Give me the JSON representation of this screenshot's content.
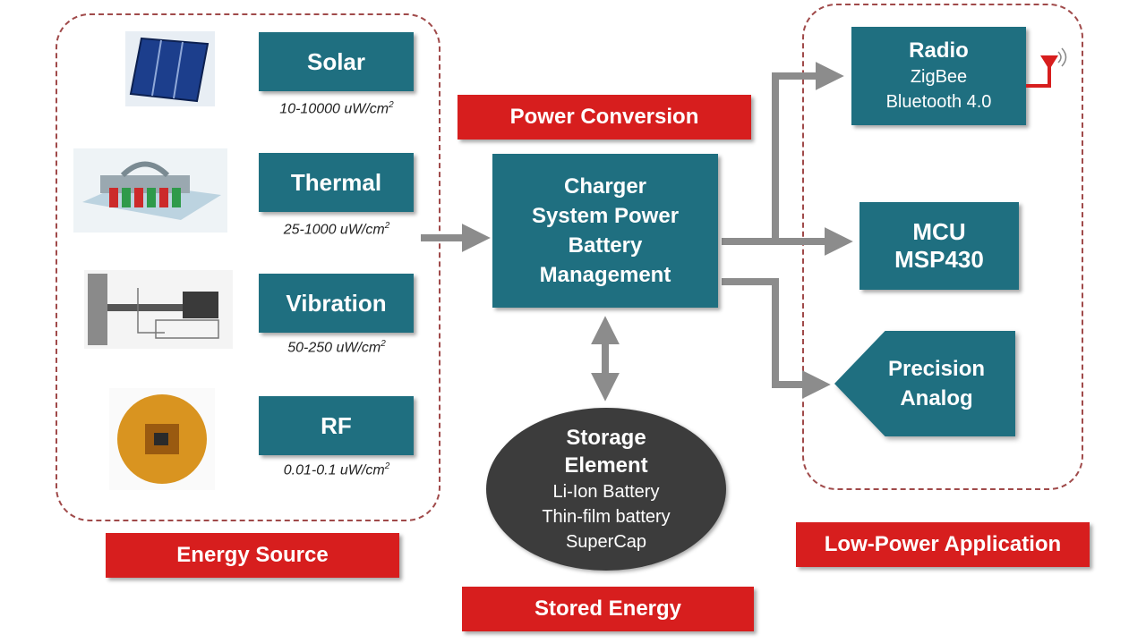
{
  "colors": {
    "box": "#1f6f80",
    "label": "#d71e1e",
    "arrow": "#8c8c8c",
    "storage": "#3c3c3c",
    "border": "#a04a4a"
  },
  "energy_source": {
    "label": "Energy Source",
    "sources": [
      {
        "name": "Solar",
        "density_base": "10-10000 uW/cm",
        "density_exp": "2",
        "image": "solar-cell-image"
      },
      {
        "name": "Thermal",
        "density_base": "25-1000 uW/cm",
        "density_exp": "2",
        "image": "thermoelectric-image"
      },
      {
        "name": "Vibration",
        "density_base": "50-250 uW/cm",
        "density_exp": "2",
        "image": "vibration-harvester-image"
      },
      {
        "name": "RF",
        "density_base": "0.01-0.1 uW/cm",
        "density_exp": "2",
        "image": "rf-chip-image"
      }
    ]
  },
  "power_conversion": {
    "label": "Power Conversion",
    "lines": [
      "Charger",
      "System Power",
      "Battery",
      "Management"
    ]
  },
  "stored_energy": {
    "label": "Stored Energy",
    "title_lines": [
      "Storage",
      "Element"
    ],
    "items": [
      "Li-Ion Battery",
      "Thin-film battery",
      "SuperCap"
    ]
  },
  "low_power_application": {
    "label": "Low-Power Application",
    "radio": {
      "title": "Radio",
      "lines": [
        "ZigBee",
        "Bluetooth 4.0"
      ],
      "icon": "antenna-icon"
    },
    "mcu": {
      "lines": [
        "MCU",
        "MSP430"
      ]
    },
    "analog": {
      "lines": [
        "Precision",
        "Analog"
      ]
    }
  }
}
